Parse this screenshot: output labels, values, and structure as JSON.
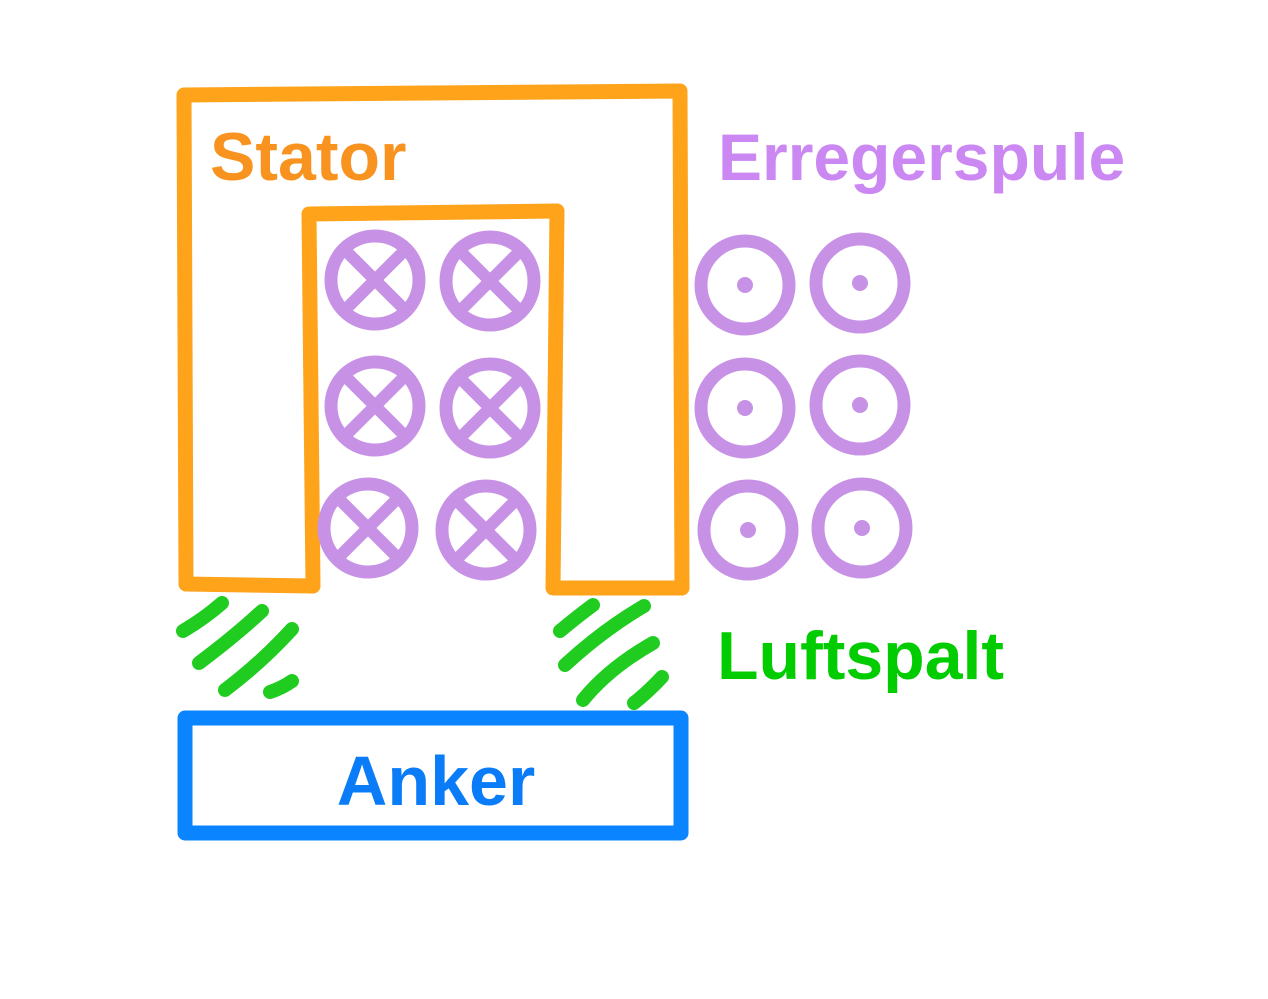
{
  "labels": {
    "stator": "Stator",
    "coil": "Erregerspule",
    "air_gap": "Luftspalt",
    "armature": "Anker"
  },
  "colors": {
    "stator": "#FFA31A",
    "stator_text": "#F7931E",
    "coil": "#C792E6",
    "coil_text": "#CC88F2",
    "air_gap": "#1FCC1F",
    "air_gap_text": "#00CC00",
    "armature": "#0A84FF",
    "armature_text": "#0A7CF7"
  },
  "coil_symbols": {
    "into_page": "cross",
    "out_of_page": "dot",
    "into_page_count": 6,
    "out_of_page_count": 6
  }
}
